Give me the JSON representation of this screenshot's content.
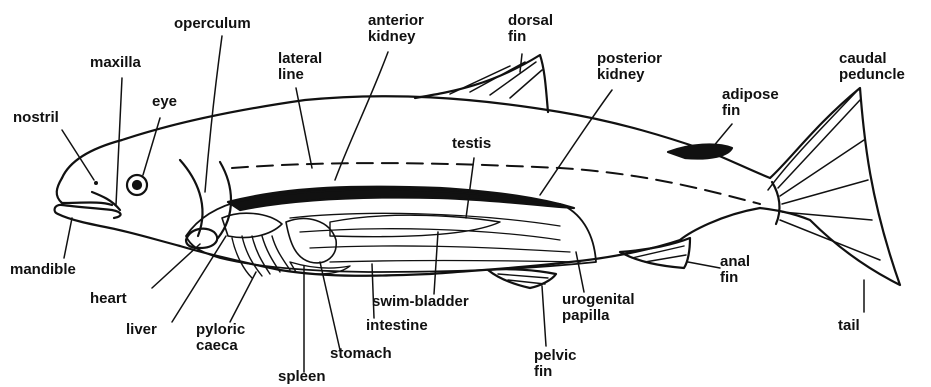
{
  "labels": {
    "operculum": [
      "operculum"
    ],
    "anterior_kidney": [
      "anterior",
      "kidney"
    ],
    "dorsal_fin": [
      "dorsal",
      "fin"
    ],
    "maxilla": [
      "maxilla"
    ],
    "lateral_line": [
      "lateral",
      "line"
    ],
    "posterior_kidney": [
      "posterior",
      "kidney"
    ],
    "caudal_peduncle": [
      "caudal",
      "peduncle"
    ],
    "eye": [
      "eye"
    ],
    "nostril": [
      "nostril"
    ],
    "adipose_fin": [
      "adipose",
      "fin"
    ],
    "testis": [
      "testis"
    ],
    "mandible": [
      "mandible"
    ],
    "heart": [
      "heart"
    ],
    "liver": [
      "liver"
    ],
    "pyloric_caeca": [
      "pyloric",
      "caeca"
    ],
    "spleen": [
      "spleen"
    ],
    "stomach": [
      "stomach"
    ],
    "swim_bladder": [
      "swim-bladder"
    ],
    "intestine": [
      "intestine"
    ],
    "urogenital_papilla": [
      "urogenital",
      "papilla"
    ],
    "pelvic_fin": [
      "pelvic",
      "fin"
    ],
    "anal_fin": [
      "anal",
      "fin"
    ],
    "tail": [
      "tail"
    ]
  }
}
